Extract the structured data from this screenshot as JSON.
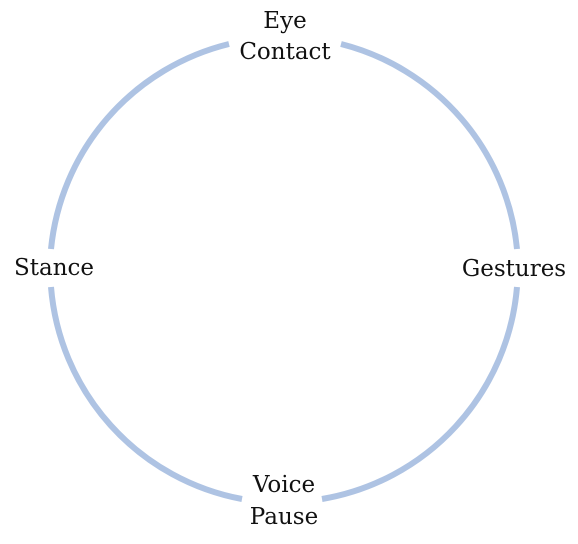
{
  "diagram": {
    "type": "cycle",
    "stroke_color": "#aec3e3",
    "nodes": [
      {
        "id": "top",
        "lines": [
          "Eye",
          "Contact"
        ]
      },
      {
        "id": "right",
        "lines": [
          "Gestures"
        ]
      },
      {
        "id": "bottom",
        "lines": [
          "Voice",
          "Pause"
        ]
      },
      {
        "id": "left",
        "lines": [
          "Stance"
        ]
      }
    ]
  }
}
